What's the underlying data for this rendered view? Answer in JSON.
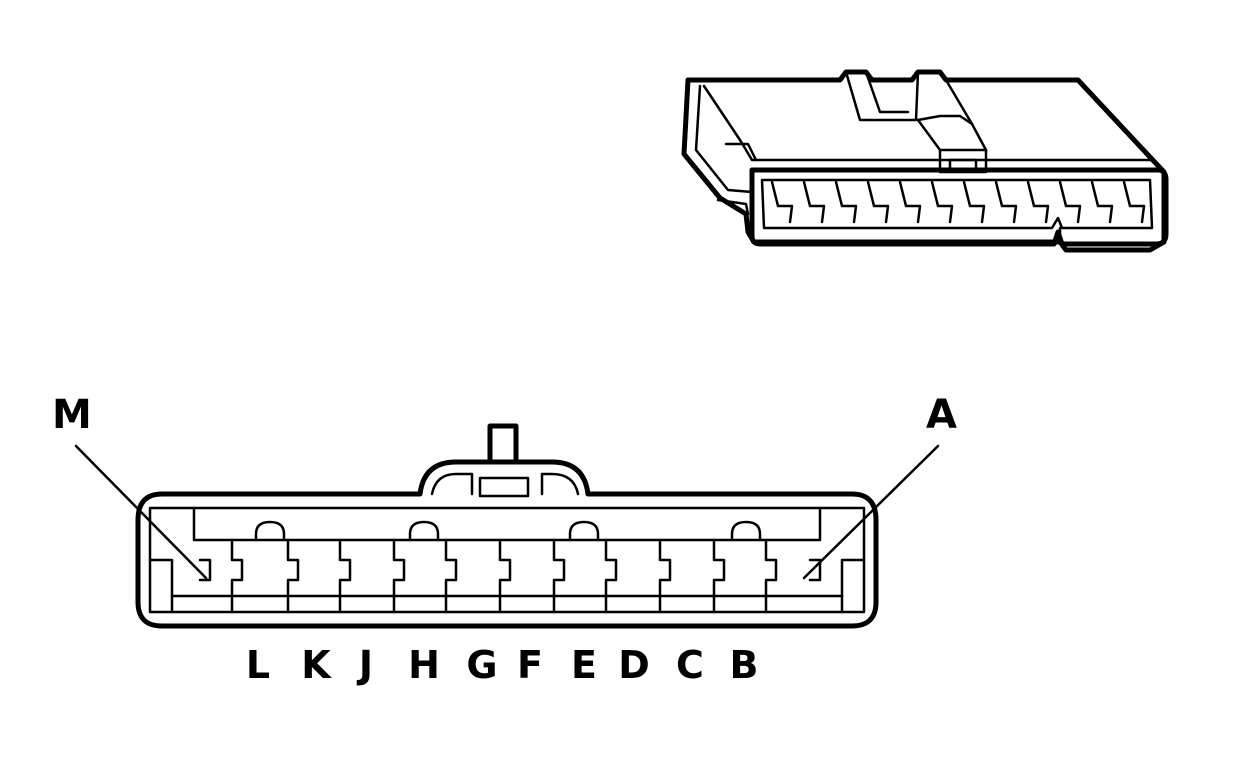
{
  "diagram": {
    "end_labels": {
      "left": "M",
      "right": "A"
    },
    "pin_labels": [
      "L",
      "K",
      "J",
      "H",
      "G",
      "F",
      "E",
      "D",
      "C",
      "B"
    ],
    "line_color": "#000000",
    "background": "#ffffff"
  }
}
